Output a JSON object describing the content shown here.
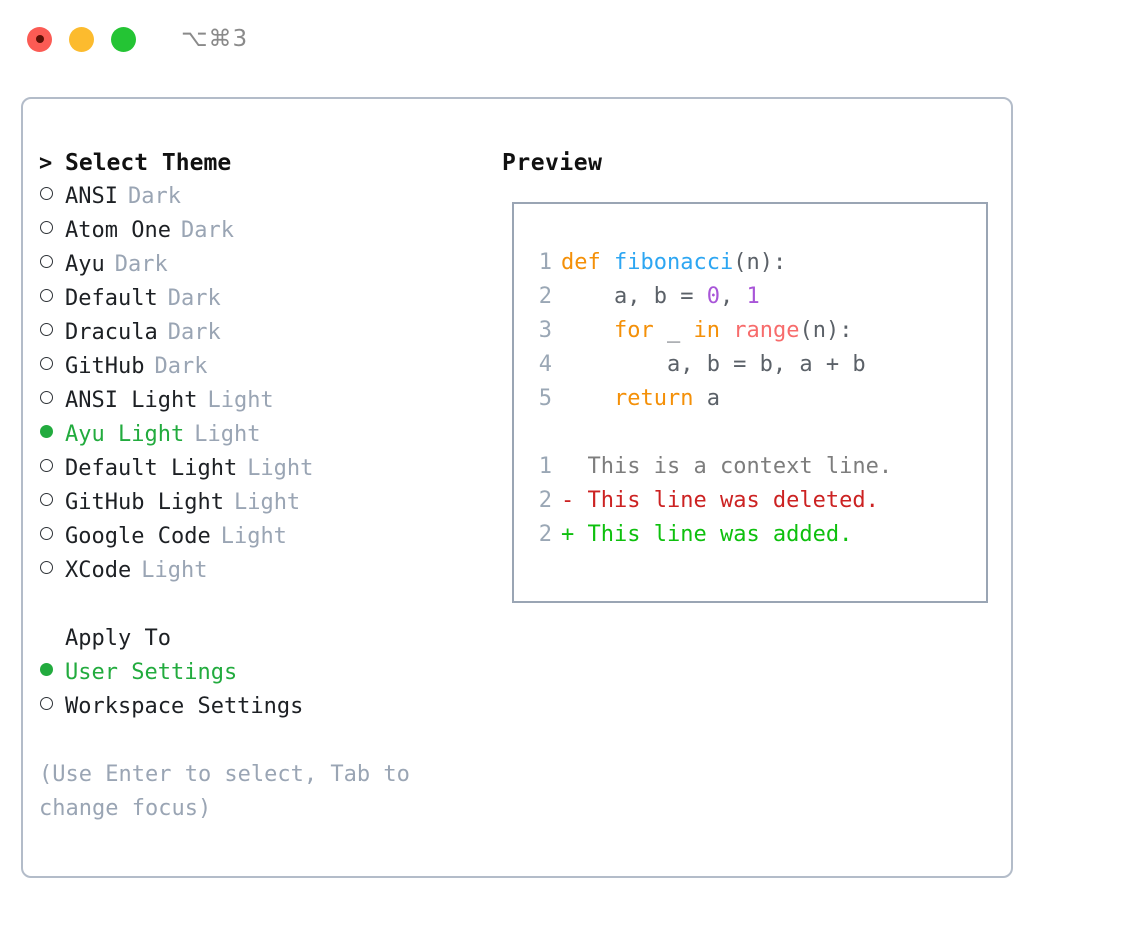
{
  "window": {
    "shortcut": "⌥⌘3",
    "buttons": [
      {
        "name": "close",
        "color": "#fb5b54"
      },
      {
        "name": "minimize",
        "color": "#fcbb2e"
      },
      {
        "name": "maximize",
        "color": "#24c434"
      }
    ]
  },
  "theme_picker": {
    "header": "Select Theme",
    "header_marker": ">",
    "items": [
      {
        "marker": "o",
        "label": "ANSI",
        "tag": "Dark",
        "selected": false
      },
      {
        "marker": "o",
        "label": "Atom One",
        "tag": "Dark",
        "selected": false
      },
      {
        "marker": "o",
        "label": "Ayu",
        "tag": "Dark",
        "selected": false
      },
      {
        "marker": "o",
        "label": "Default",
        "tag": "Dark",
        "selected": false
      },
      {
        "marker": "o",
        "label": "Dracula",
        "tag": "Dark",
        "selected": false
      },
      {
        "marker": "o",
        "label": "GitHub",
        "tag": "Dark",
        "selected": false
      },
      {
        "marker": "o",
        "label": "ANSI Light",
        "tag": "Light",
        "selected": false
      },
      {
        "marker": "●",
        "label": "Ayu Light",
        "tag": "Light",
        "selected": true
      },
      {
        "marker": "o",
        "label": "Default Light",
        "tag": "Light",
        "selected": false
      },
      {
        "marker": "o",
        "label": "GitHub Light",
        "tag": "Light",
        "selected": false
      },
      {
        "marker": "o",
        "label": "Google Code",
        "tag": "Light",
        "selected": false
      },
      {
        "marker": "o",
        "label": "XCode",
        "tag": "Light",
        "selected": false
      }
    ]
  },
  "apply_to": {
    "header": "Apply To",
    "options": [
      {
        "marker": "●",
        "label": "User Settings",
        "selected": true
      },
      {
        "marker": "o",
        "label": "Workspace Settings",
        "selected": false
      }
    ]
  },
  "hint": "(Use Enter to select, Tab to change focus)",
  "preview": {
    "title": "Preview",
    "code_lines": [
      {
        "num": "1",
        "tokens": [
          {
            "t": "def ",
            "c": "kw"
          },
          {
            "t": "fibonacci",
            "c": "fn"
          },
          {
            "t": "(n):",
            "c": "plain"
          }
        ]
      },
      {
        "num": "2",
        "tokens": [
          {
            "t": "    a, b = ",
            "c": "plain"
          },
          {
            "t": "0",
            "c": "num"
          },
          {
            "t": ", ",
            "c": "plain"
          },
          {
            "t": "1",
            "c": "num"
          }
        ]
      },
      {
        "num": "3",
        "tokens": [
          {
            "t": "    ",
            "c": "plain"
          },
          {
            "t": "for",
            "c": "kw"
          },
          {
            "t": " _ ",
            "c": "plain"
          },
          {
            "t": "in",
            "c": "kw"
          },
          {
            "t": " ",
            "c": "plain"
          },
          {
            "t": "range",
            "c": "bi"
          },
          {
            "t": "(n):",
            "c": "plain"
          }
        ]
      },
      {
        "num": "4",
        "tokens": [
          {
            "t": "        a, b = b, a + b",
            "c": "plain"
          }
        ]
      },
      {
        "num": "5",
        "tokens": [
          {
            "t": "    ",
            "c": "plain"
          },
          {
            "t": "return",
            "c": "kw"
          },
          {
            "t": " a",
            "c": "plain"
          }
        ]
      }
    ],
    "diff_lines": [
      {
        "num": "1",
        "sign": "  ",
        "text": "This is a context line.",
        "kind": "ctx"
      },
      {
        "num": "2",
        "sign": "- ",
        "text": "This line was deleted.",
        "kind": "del"
      },
      {
        "num": "2",
        "sign": "+ ",
        "text": "This line was added.",
        "kind": "add"
      }
    ]
  },
  "colors": {
    "keyword": "#f49008",
    "function": "#2da6f2",
    "number": "#a855d8",
    "builtin": "#f76c6c",
    "plain": "#5b6168",
    "linenum": "#9aa7b5",
    "context": "#7d7d7d",
    "deleted": "#cc2222",
    "added": "#0ec00e",
    "selected": "#22ab3e",
    "tag": "#9aa5b4",
    "border": "#9aa5b4",
    "panel_border": "#b3bcc9"
  }
}
